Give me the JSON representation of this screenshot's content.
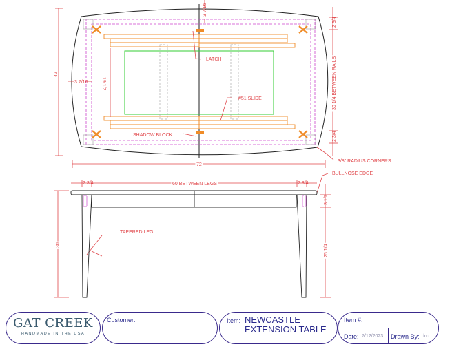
{
  "drawing": {
    "top_view": {
      "length": "72",
      "width": "42",
      "overhang_end": "3 7/16",
      "overhang_side": "3 7/16",
      "rail_setback_top": "2 3/4",
      "between_rails": "30 1/4 BETWEEN RAILS",
      "rail_setback_bottom": "2 3/4",
      "slide_spacing": "19 1/2",
      "latch_label": "LATCH",
      "slide_label": "#51 SLIDE",
      "shadow_block_label": "SHADOW BLOCK",
      "corner_label": "3/8\" RADIUS CORNERS"
    },
    "elevation": {
      "height": "30",
      "leg_left": "2 3/4",
      "between_legs": "60 BETWEEN LEGS",
      "leg_right": "2 3/4",
      "apron_height": "3 1/2",
      "leg_clearance": "25 1/4",
      "bullnose_label": "BULLNOSE EDGE",
      "tapered_leg_label": "TAPERED LEG"
    },
    "colors": {
      "dimension": "#e0464a",
      "rail": "#f08c28",
      "frame": "#cc44cc",
      "top_panel": "#33cc33",
      "border": "#3a2a8c"
    }
  },
  "title_block": {
    "logo_name": "GAT CREEK",
    "logo_tagline": "HANDMADE IN THE USA",
    "customer_label": "Customer:",
    "customer_value": "",
    "item_label": "Item:",
    "item_line1": "NEWCASTLE",
    "item_line2": "EXTENSION TABLE",
    "item_number_label": "Item #:",
    "date_label": "Date:",
    "date_value": "7/12/2023",
    "drawn_by_label": "Drawn By:",
    "drawn_by_value": "drc"
  }
}
